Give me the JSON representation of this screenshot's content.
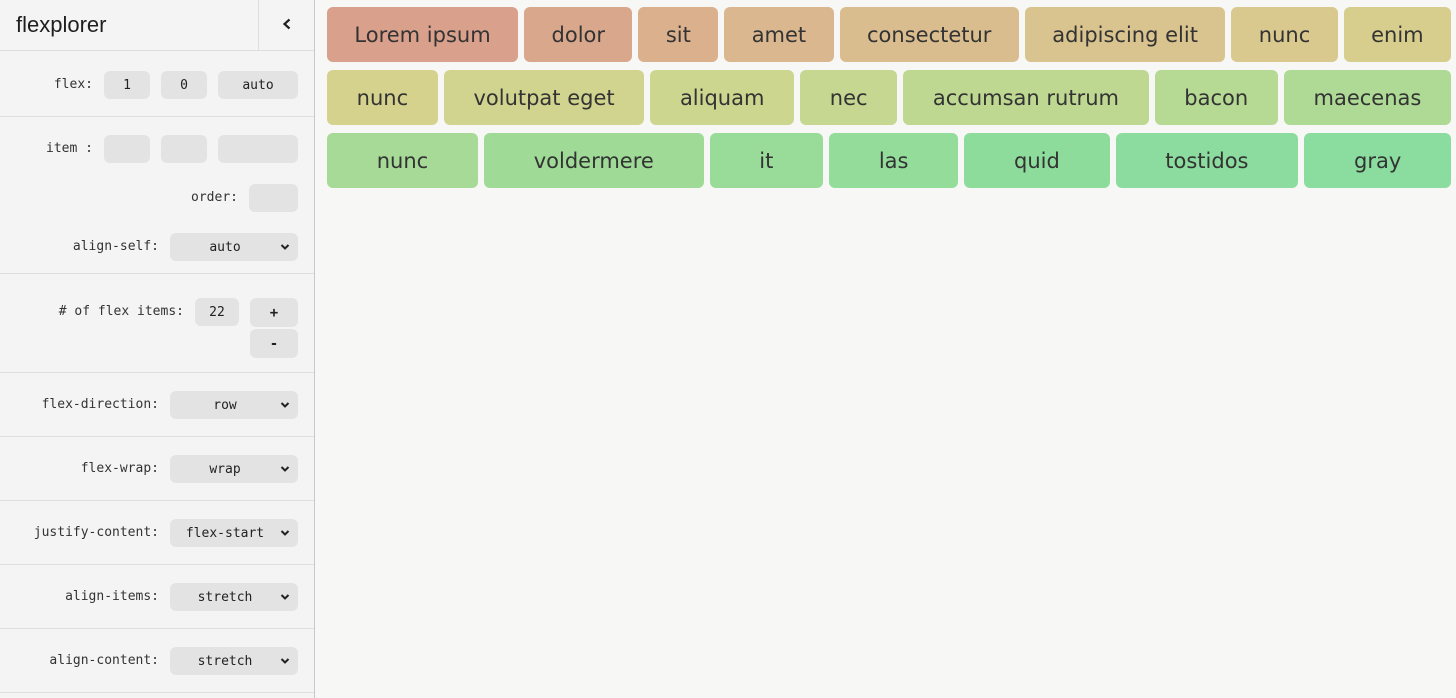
{
  "app": {
    "title": "flexplorer"
  },
  "icons": {
    "collapse": "chevron-left-icon",
    "select_caret": "chevron-down-icon"
  },
  "sidebar": {
    "flex_section": {
      "label": "flex:",
      "grow": "1",
      "shrink": "0",
      "basis": "auto"
    },
    "item_section": {
      "label": "item :",
      "grow": "",
      "shrink": "",
      "basis": "",
      "order_label": "order:",
      "order_value": "",
      "align_self_label": "align-self:",
      "align_self_value": "auto"
    },
    "count_section": {
      "label": "# of flex items:",
      "value": "22",
      "increment": "+",
      "decrement": "-"
    },
    "selects": [
      {
        "label": "flex-direction:",
        "value": "row"
      },
      {
        "label": "flex-wrap:",
        "value": "wrap"
      },
      {
        "label": "justify-content:",
        "value": "flex-start"
      },
      {
        "label": "align-items:",
        "value": "stretch"
      },
      {
        "label": "align-content:",
        "value": "stretch"
      }
    ]
  },
  "main": {
    "item_text_color": "#333333",
    "rows": [
      {
        "items": [
          {
            "label": "Lorem ipsum",
            "color": "#d9a08c"
          },
          {
            "label": "dolor",
            "color": "#d9a78c"
          },
          {
            "label": "sit",
            "color": "#dab08d"
          },
          {
            "label": "amet",
            "color": "#dab78e"
          },
          {
            "label": "consectetur",
            "color": "#dabd8e"
          },
          {
            "label": "adipiscing elit",
            "color": "#d9c38f"
          },
          {
            "label": "nunc",
            "color": "#d9c98f"
          },
          {
            "label": "enim",
            "color": "#d7ce8e"
          }
        ]
      },
      {
        "items": [
          {
            "label": "nunc",
            "color": "#d5d28e"
          },
          {
            "label": "volutpat eget",
            "color": "#d1d48e"
          },
          {
            "label": "aliquam",
            "color": "#ccd68f"
          },
          {
            "label": "nec",
            "color": "#c5d790"
          },
          {
            "label": "accumsan rutrum",
            "color": "#bed892"
          },
          {
            "label": "bacon",
            "color": "#b6d993"
          },
          {
            "label": "maecenas",
            "color": "#aeda95"
          }
        ]
      },
      {
        "items": [
          {
            "label": "nunc",
            "color": "#a6da96"
          },
          {
            "label": "voldermere",
            "color": "#9fdb97"
          },
          {
            "label": "it",
            "color": "#99db99"
          },
          {
            "label": "las",
            "color": "#93dc9a"
          },
          {
            "label": "quid",
            "color": "#8edc9c"
          },
          {
            "label": "tostidos",
            "color": "#8bdc9e"
          },
          {
            "label": "gray",
            "color": "#8adc9f"
          }
        ]
      }
    ]
  }
}
